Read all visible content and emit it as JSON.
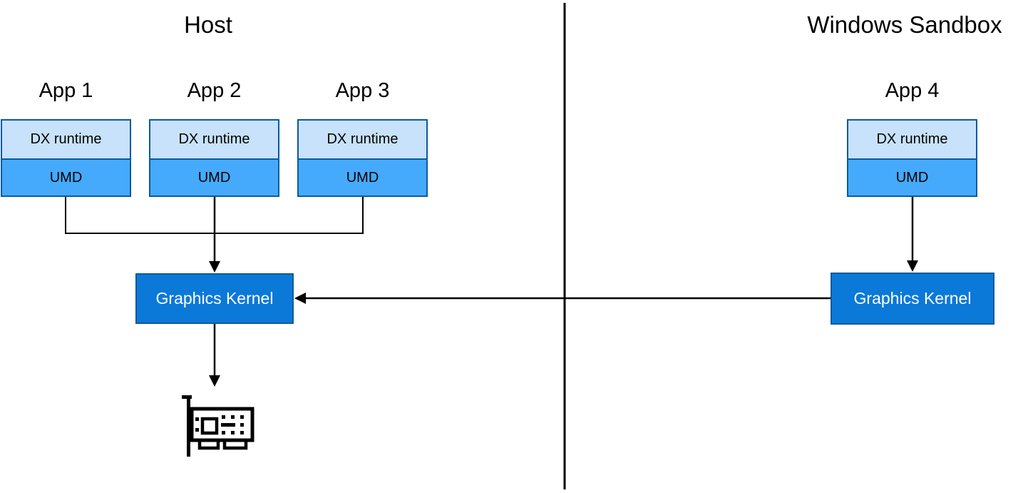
{
  "diagram": {
    "host": {
      "title": "Host",
      "apps": [
        {
          "label": "App 1",
          "dx": "DX runtime",
          "umd": "UMD"
        },
        {
          "label": "App 2",
          "dx": "DX runtime",
          "umd": "UMD"
        },
        {
          "label": "App 3",
          "dx": "DX runtime",
          "umd": "UMD"
        }
      ],
      "kernel_label": "Graphics Kernel"
    },
    "sandbox": {
      "title": "Windows Sandbox",
      "apps": [
        {
          "label": "App 4",
          "dx": "DX runtime",
          "umd": "UMD"
        }
      ],
      "kernel_label": "Graphics Kernel"
    },
    "icons": {
      "gpu": "gpu-card-icon"
    },
    "colors": {
      "dx_runtime_fill": "#c7e2fa",
      "umd_fill": "#45aafb",
      "box_border": "#0a5a9c",
      "kernel_fill": "#0b79d8",
      "kernel_text": "#ffffff",
      "line": "#000000",
      "background": "#ffffff"
    }
  }
}
